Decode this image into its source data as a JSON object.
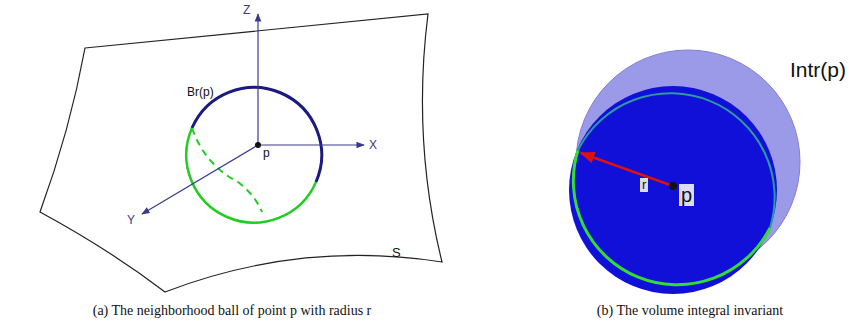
{
  "diagram": {
    "labels": [
      "Z",
      "X",
      "Y",
      "p",
      "S",
      "Br(p)",
      "Intr(p)",
      "r",
      "p",
      "(a) The neighborhood ball of point p with radius r",
      "(b) The volume integral invariant"
    ]
  }
}
